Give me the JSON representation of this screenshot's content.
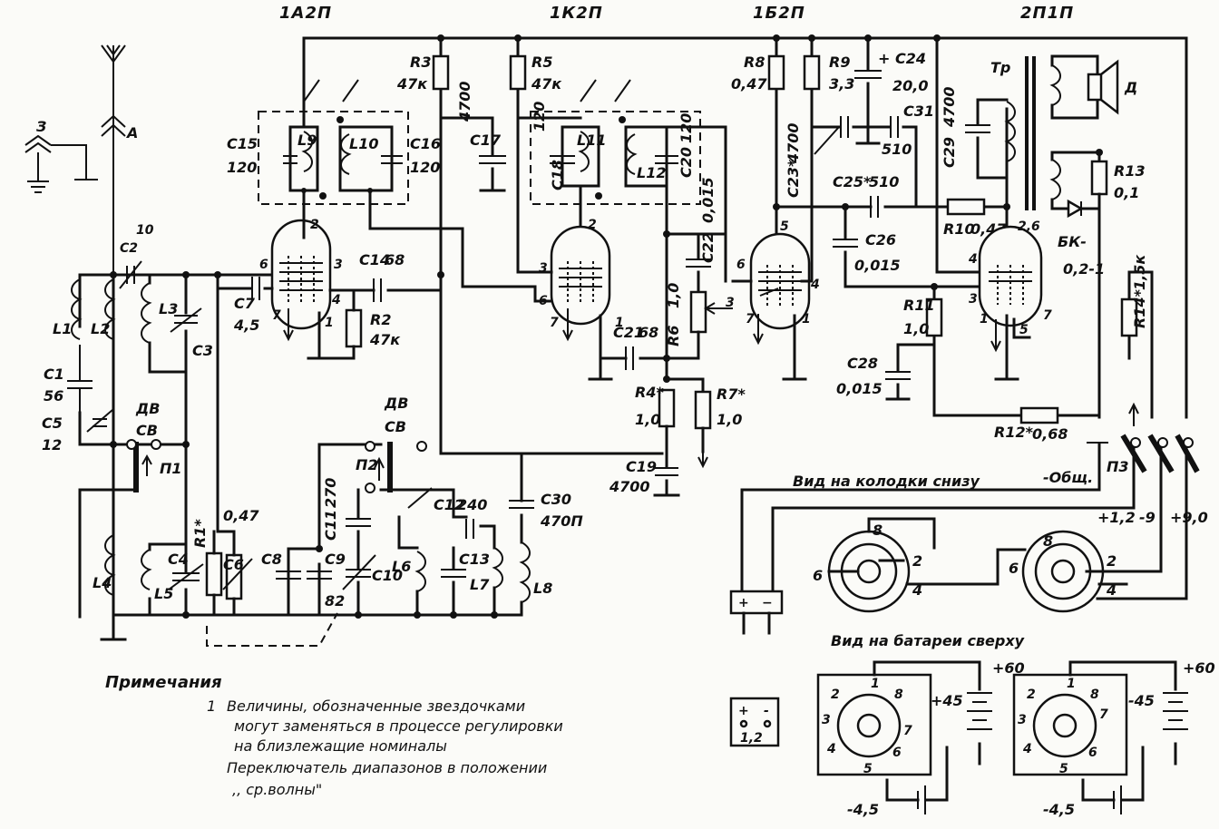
{
  "tubes": [
    {
      "id": "V1",
      "name": "1А2П"
    },
    {
      "id": "V2",
      "name": "1К2П"
    },
    {
      "id": "V3",
      "name": "1Б2П"
    },
    {
      "id": "V4",
      "name": "2П1П"
    }
  ],
  "components": {
    "R3": {
      "ref": "R3",
      "value": "47к"
    },
    "R5": {
      "ref": "R5",
      "value": "47к"
    },
    "R8": {
      "ref": "R8",
      "value": "0,47"
    },
    "R9": {
      "ref": "R9",
      "value": "3,3"
    },
    "C24": {
      "ref": "+ C24",
      "value": "20,0"
    },
    "C17": {
      "ref": "C17",
      "value": "4700"
    },
    "C15": {
      "ref": "C15",
      "value": "120"
    },
    "C16": {
      "ref": "C16",
      "value": "120"
    },
    "C18": {
      "ref": "C18",
      "value": "120"
    },
    "C20": {
      "ref": "C20",
      "value": "120"
    },
    "C23": {
      "ref": "C23*",
      "value": "4700"
    },
    "C31": {
      "ref": "C31",
      "value": "510"
    },
    "C29": {
      "ref": "C29",
      "value": "4700"
    },
    "C25": {
      "ref": "C25*",
      "value": "510"
    },
    "R10": {
      "ref": "R10",
      "value": "0,47"
    },
    "R13": {
      "ref": "R13",
      "value": "0,1"
    },
    "BK": {
      "ref": "БК-",
      "value": "0,2-1"
    },
    "C22": {
      "ref": "C22",
      "value": "0,015"
    },
    "C26": {
      "ref": "C26",
      "value": "0,015"
    },
    "C2": {
      "ref": "C2",
      "value": "10"
    },
    "C14": {
      "ref": "C14",
      "value": "68"
    },
    "C7": {
      "ref": "C7",
      "value": "4,5"
    },
    "R2": {
      "ref": "R2",
      "value": "47к"
    },
    "C21": {
      "ref": "C21",
      "value": "68"
    },
    "R6": {
      "ref": "R6",
      "value": "1,0"
    },
    "R11": {
      "ref": "R11",
      "value": "1,0"
    },
    "C28": {
      "ref": "C28",
      "value": "0,015"
    },
    "R14": {
      "ref": "R14*",
      "value": "1,5к"
    },
    "R4": {
      "ref": "R4*",
      "value": "1,0"
    },
    "R7": {
      "ref": "R7*",
      "value": "1,0"
    },
    "R12": {
      "ref": "R12*",
      "value": "0,68"
    },
    "C1": {
      "ref": "C1",
      "value": "56"
    },
    "C5": {
      "ref": "C5",
      "value": "12"
    },
    "C19": {
      "ref": "C19",
      "value": "4700"
    },
    "C11": {
      "ref": "C11",
      "value": "270"
    },
    "C12": {
      "ref": "C12",
      "value": "240"
    },
    "C30": {
      "ref": "C30",
      "value": "470П"
    },
    "R1": {
      "ref": "R1*",
      "value": "0,47"
    },
    "C9": {
      "ref": "C9",
      "value": "82"
    }
  },
  "labels": {
    "L1": "L1",
    "L2": "L2",
    "L3": "L3",
    "L4": "L4",
    "L5": "L5",
    "L6": "L6",
    "L7": "L7",
    "L8": "L8",
    "L9": "L9",
    "L10": "L10",
    "L11": "L11",
    "L12": "L12",
    "C3": "C3",
    "C4": "C4",
    "C6": "C6",
    "C8": "C8",
    "C10": "C10",
    "C13": "C13",
    "ground": "З",
    "antenna": "А",
    "Tr": "Тр",
    "speaker": "Д",
    "P1": "П1",
    "P2": "П2",
    "P3": "П3",
    "DV": "ДВ",
    "SV": "СВ",
    "common": "-Общ.",
    "v12": "+1,2",
    "v9": "-9",
    "v90": "+9,0",
    "v60a": "+60",
    "v60b": "+60",
    "v45a": "+45",
    "v45b": "-45",
    "v4_5a": "-4,5",
    "v4_5b": "-4,5",
    "plug_plus": "+",
    "plug_minus": "−",
    "cell_plus": "+",
    "cell_minus": "-",
    "cell_volt": "1,2"
  },
  "pins": {
    "p1": "1",
    "p2": "2",
    "p3": "3",
    "p4": "4",
    "p5": "5",
    "p6": "6",
    "p7": "7",
    "p8": "8",
    "p26": "2,6"
  },
  "views": {
    "bottom": "Вид на колодки снизу",
    "top": "Вид на батареи сверху"
  },
  "notes": {
    "title": "Примечания",
    "num": "1",
    "line1": "Величины, обозначенные звездочками",
    "line2": "могут заменяться в процессе регулировки",
    "line3": "на близлежащие номиналы",
    "line4": "Переключатель диапазонов в положении",
    "line5": ",, ср.волны\""
  }
}
